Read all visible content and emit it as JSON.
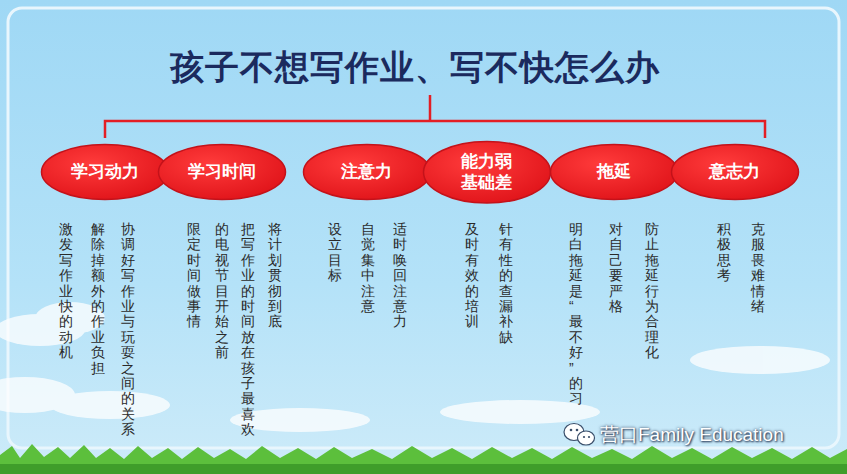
{
  "diagram": {
    "title": "孩子不想写作业、写不快怎么办",
    "nodes": [
      {
        "text": [
          "学习动力"
        ]
      },
      {
        "text": [
          "学习时间"
        ]
      },
      {
        "text": [
          "注意力"
        ]
      },
      {
        "text": [
          "能力弱 基础差"
        ]
      },
      {
        "text": [
          "拖延"
        ]
      },
      {
        "text": [
          "意志力"
        ]
      }
    ],
    "labels": [
      "协调好写作业与玩耍之间的关系",
      "解除掉额外的作业负担",
      "激发写作业快的动机",
      "将计划贯彻到底",
      "把写作业的时间放在孩子最喜欢的电视节目开始之前",
      "限定时间做事情",
      "适时唤回注意力",
      "自觉集中注意",
      "设立目标",
      "针有性的查漏补缺",
      "及时有效的培训",
      "防止拖延行为合理化",
      "对自己要严格",
      "明白拖延是“最不好”的习",
      "克服畏难情绪",
      "积极思考",
      "营口Family Education"
    ]
  }
}
